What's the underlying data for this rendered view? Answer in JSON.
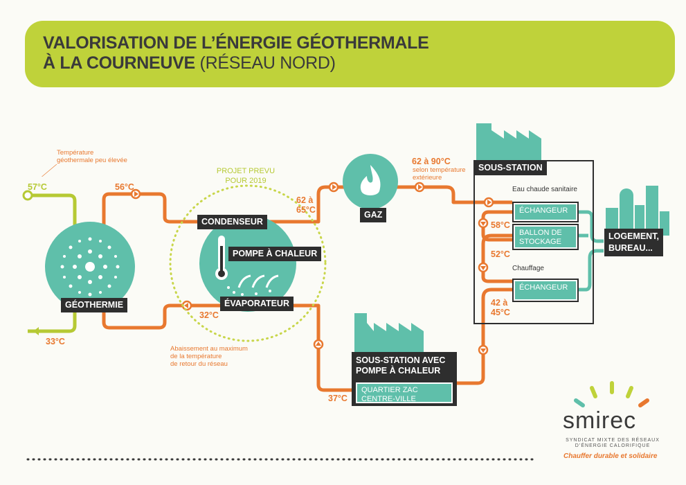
{
  "header": {
    "title_bold": "VALORISATION DE L’ÉNERGIE GÉOTHERMALE\nÀ LA COURNEUVE",
    "title_light": "(RÉSEAU NORD)"
  },
  "nodes": {
    "geothermie": "GÉOTHERMIE",
    "condenseur": "CONDENSEUR",
    "pompe_chaleur": "POMPE À CHALEUR",
    "evaporateur": "ÉVAPORATEUR",
    "gaz": "GAZ",
    "sous_station": "SOUS-STATION",
    "eau_chaude": "Eau chaude sanitaire",
    "echangeur_1": "ÉCHANGEUR",
    "ballon": "BALLON DE\nSTOCKAGE",
    "chauffage": "Chauffage",
    "echangeur_2": "ÉCHANGEUR",
    "logement": "LOGEMENT,\nBUREAU...",
    "sous_station_pac": "SOUS-STATION AVEC\nPOMPE À CHALEUR",
    "quartier": "QUARTIER ZAC\nCENTRE-VILLE"
  },
  "temperatures": {
    "t57": "57°C",
    "t33": "33°C",
    "t56": "56°C",
    "t32": "32°C",
    "t62_65": "62 à\n65°C",
    "t62_90": "62 à 90°C",
    "t58": "58°C",
    "t52": "52°C",
    "t42_45": "42 à\n45°C",
    "t37": "37°C"
  },
  "notes": {
    "temp_geo": "Température\ngéothermale peu élevée",
    "projet": "PROJET PREVU\nPOUR 2019",
    "selon": "selon température\nextérieure",
    "abaissement": "Abaissement au maximum\nde la température\nde retour du réseau"
  },
  "logo": {
    "name": "smirec",
    "subtitle": "SYNDICAT MIXTE DES RÉSEAUX\nD’ÉNERGIE CALORIFIQUE",
    "slogan": "Chauffer durable et solidaire"
  },
  "colors": {
    "banner": "#bfd23a",
    "orange_pipe": "#e8782f",
    "green_pipe": "#b6c934",
    "teal": "#5fbfaa",
    "tag_dark": "#2e2e2e"
  },
  "icons": [
    "flame-icon",
    "thermometer-icon",
    "factory-icon",
    "city-buildings-icon",
    "geothermal-sun-icon"
  ]
}
